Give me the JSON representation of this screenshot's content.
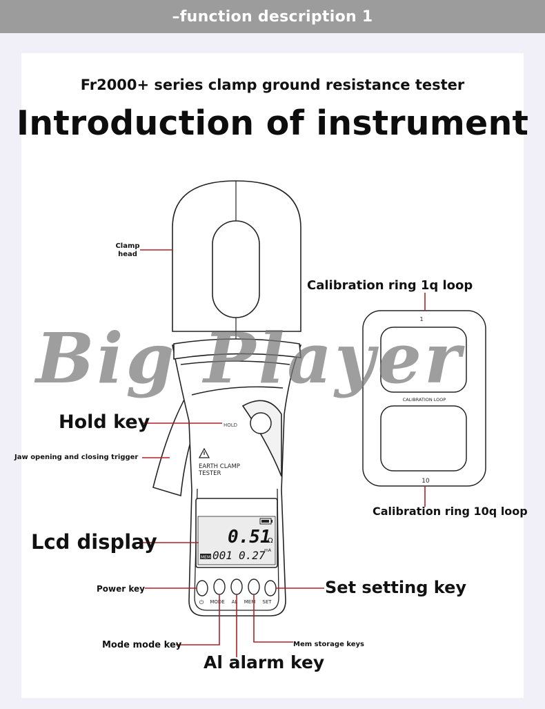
{
  "header": {
    "banner": "–function description 1"
  },
  "heading": {
    "subtitle": "Fr2000+ series clamp ground resistance tester",
    "title": "Introduction of instrument"
  },
  "watermark": "Big Player",
  "device": {
    "hold_marking": "HOLD",
    "nameplate_line1": "EARTH CLAMP",
    "nameplate_line2": "TESTER",
    "lcd": {
      "main_reading": "0.51",
      "main_unit": "Ω",
      "mem_badge": "MEM",
      "mem_index": "001",
      "current_reading": "0.27",
      "current_unit": "mA"
    },
    "buttons": [
      "⏻",
      "MODE",
      "AL",
      "MEM",
      "SET"
    ]
  },
  "calibration": {
    "top_number": "1",
    "middle_label": "CALIBRATION LOOP",
    "bottom_number": "10"
  },
  "labels": {
    "clamp_head_line1": "Clamp",
    "clamp_head_line2": "head",
    "cal_ring_1": "Calibration ring 1q loop",
    "hold_key": "Hold key",
    "jaw_trigger": "Jaw opening and closing trigger",
    "cal_ring_10": "Calibration ring 10q loop",
    "lcd_display": "Lcd display",
    "power_key": "Power key",
    "set_key": "Set setting key",
    "mode_key": "Mode mode key",
    "mem_keys": "Mem storage keys",
    "al_key": "Al alarm key"
  },
  "colors": {
    "leader_line": "#b01e28",
    "banner_bg": "#9c9c9c",
    "outline": "#222222"
  }
}
